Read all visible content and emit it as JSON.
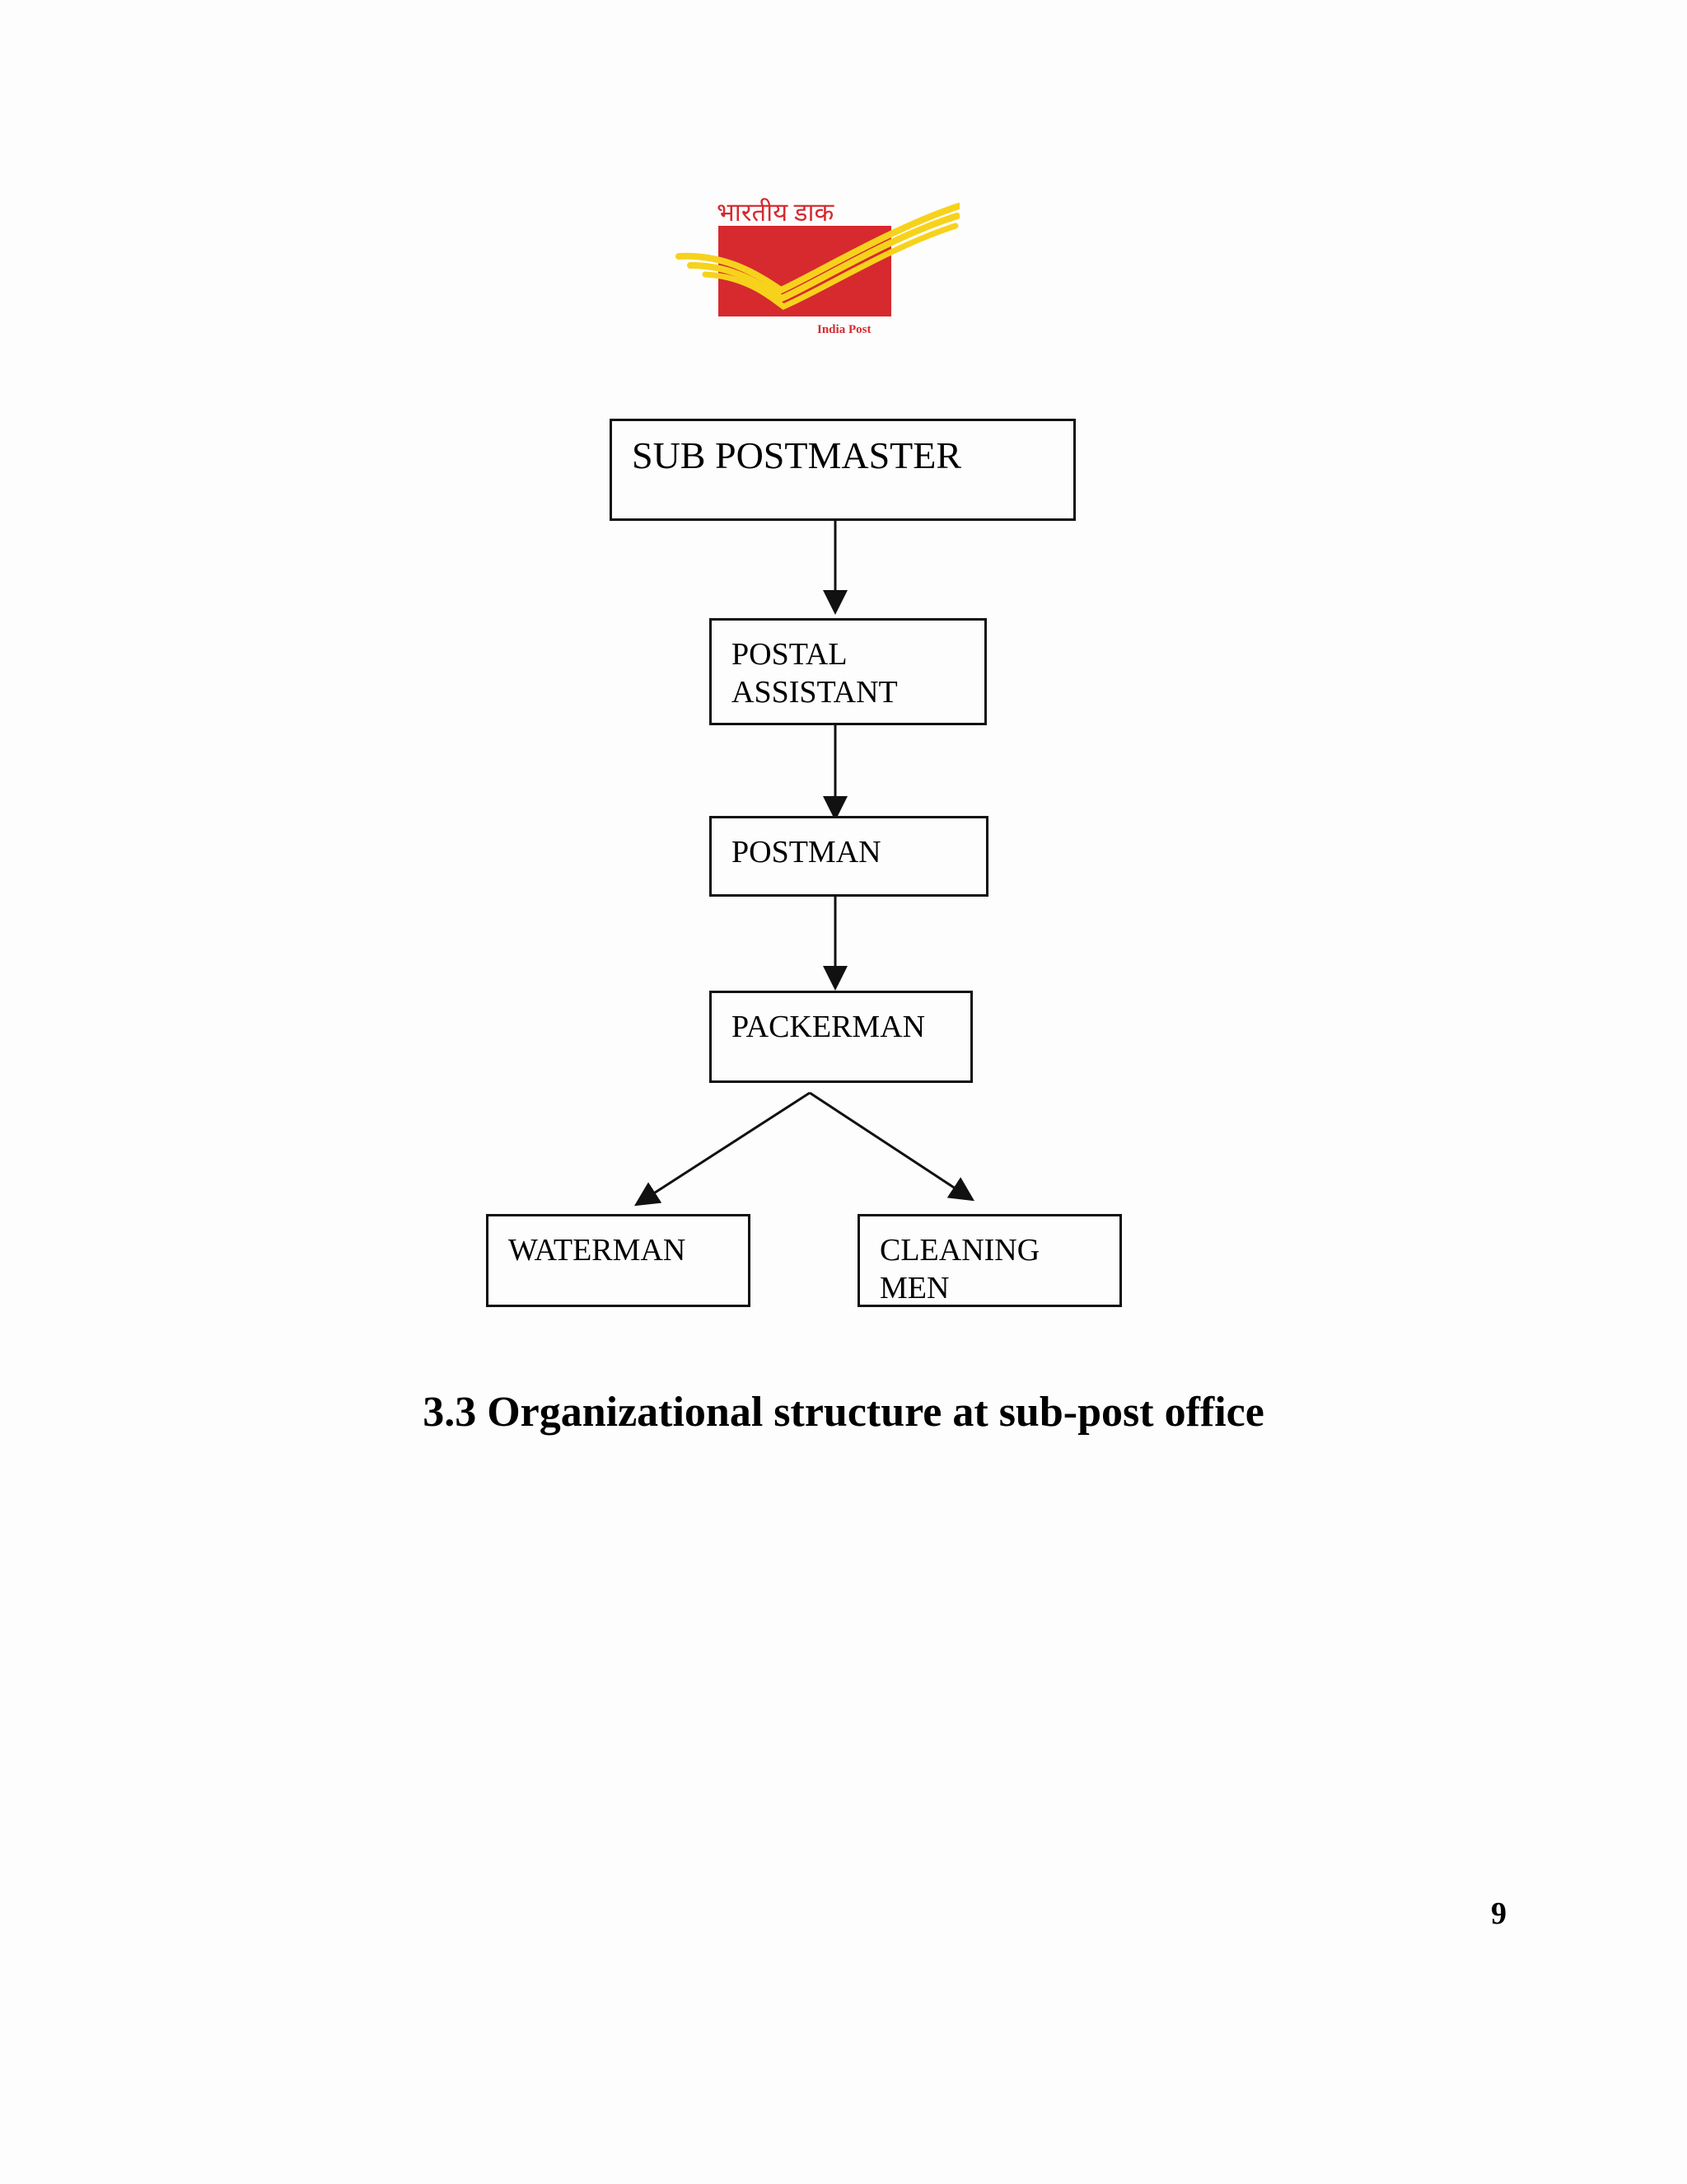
{
  "logo": {
    "hindi_text": "भारतीय डाक",
    "english_text": "India Post",
    "colors": {
      "red": "#d62a2f",
      "yellow": "#f7d21c"
    }
  },
  "org_chart": {
    "nodes": [
      {
        "id": "sub-postmaster",
        "label": "SUB   POSTMASTER"
      },
      {
        "id": "postal-assistant",
        "label": "POSTAL\nASSISTANT"
      },
      {
        "id": "postman",
        "label": "POSTMAN"
      },
      {
        "id": "packerman",
        "label": "PACKERMAN"
      },
      {
        "id": "waterman",
        "label": "WATERMAN"
      },
      {
        "id": "cleaning-men",
        "label": "CLEANING\nMEN"
      }
    ],
    "edges": [
      {
        "from": "sub-postmaster",
        "to": "postal-assistant"
      },
      {
        "from": "postal-assistant",
        "to": "postman"
      },
      {
        "from": "postman",
        "to": "packerman"
      },
      {
        "from": "packerman",
        "to": "waterman"
      },
      {
        "from": "packerman",
        "to": "cleaning-men"
      }
    ]
  },
  "caption": "3.3 Organizational structure at sub-post office",
  "page_number": "9"
}
